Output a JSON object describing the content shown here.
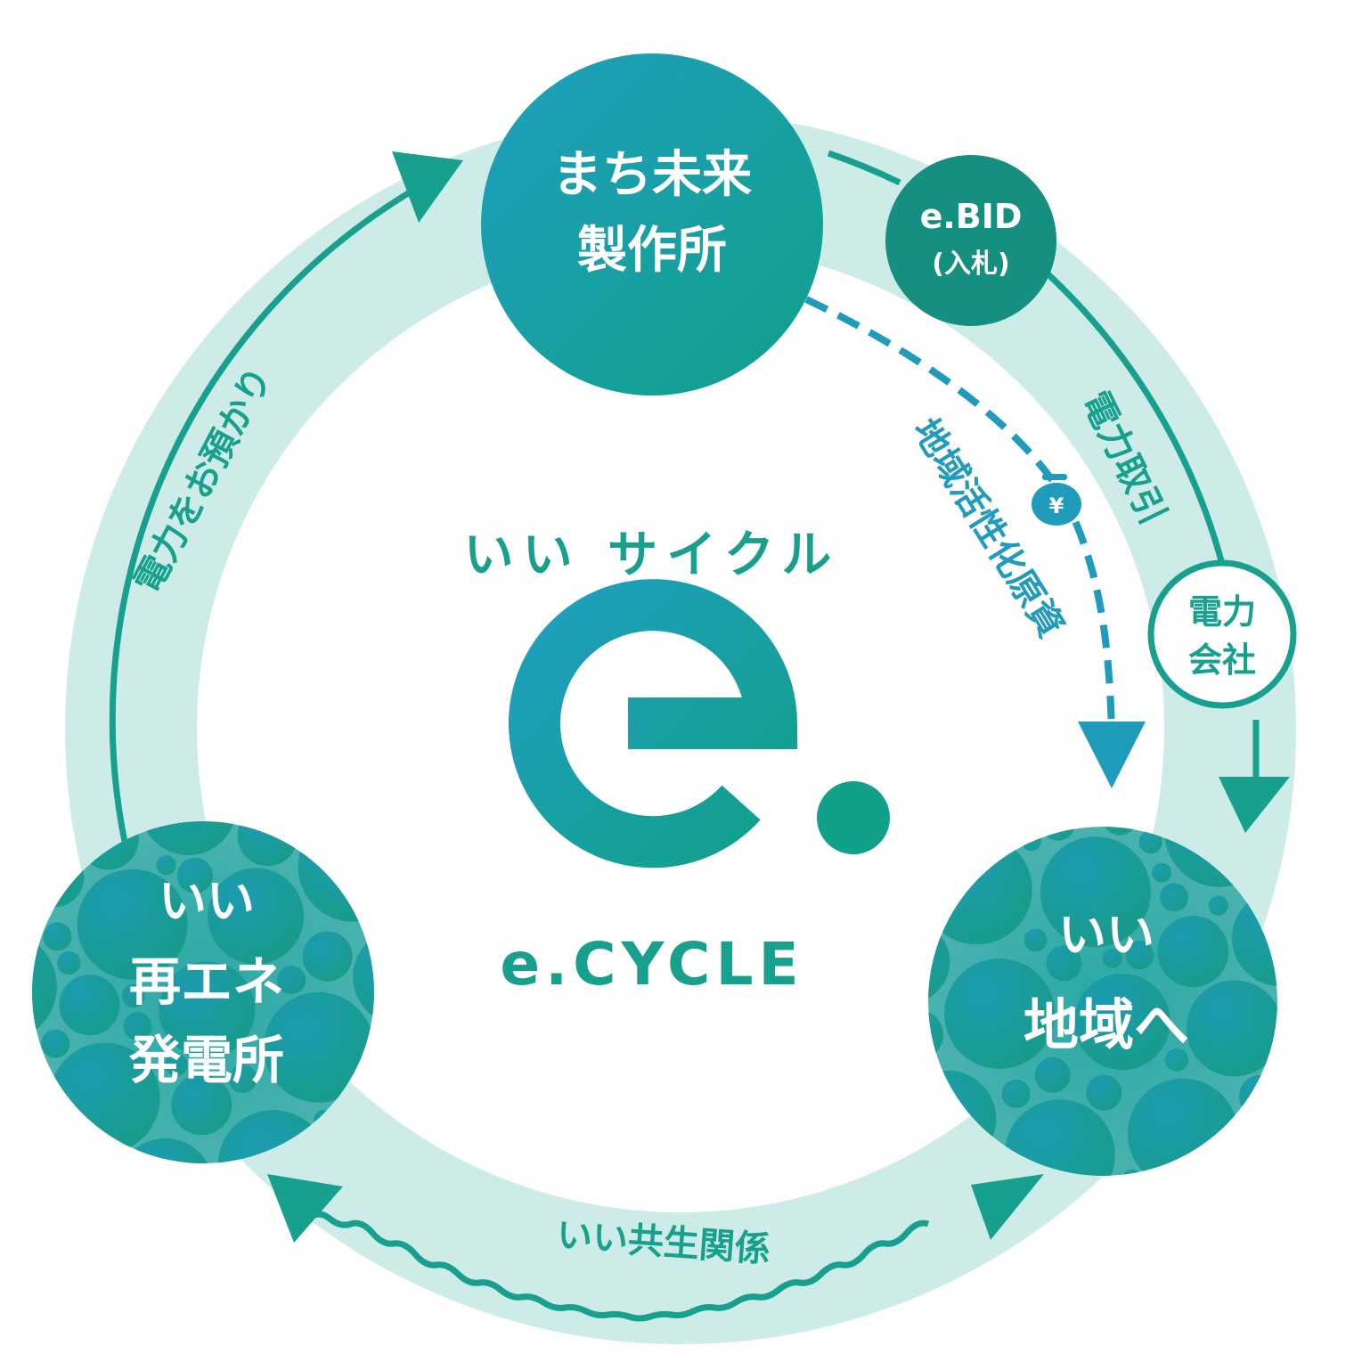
{
  "colors": {
    "ring": "#cdece8",
    "teal": "#17a08d",
    "teal_dark": "#148f80",
    "blue": "#1f9bbb",
    "white": "#ffffff"
  },
  "center": {
    "tagline": "いい サイクル",
    "logo_letter": "e",
    "wordmark": "e.CYCLE"
  },
  "nodes": {
    "factory": {
      "line1": "まち未来",
      "line2": "製作所"
    },
    "bid": {
      "line1": "e.BID",
      "line2": "(入札)"
    },
    "power_company": {
      "line1": "電力",
      "line2": "会社"
    },
    "plant": {
      "line1": "いい",
      "line2": "再エネ",
      "line3": "発電所"
    },
    "region": {
      "line1": "いい",
      "line2": "地域へ"
    }
  },
  "flows": {
    "deposit": "電力をお預かり",
    "trade": "電力取引",
    "fund": "地域活性化原資",
    "symbiosis": "いい共生関係",
    "yen_icon": "¥"
  }
}
